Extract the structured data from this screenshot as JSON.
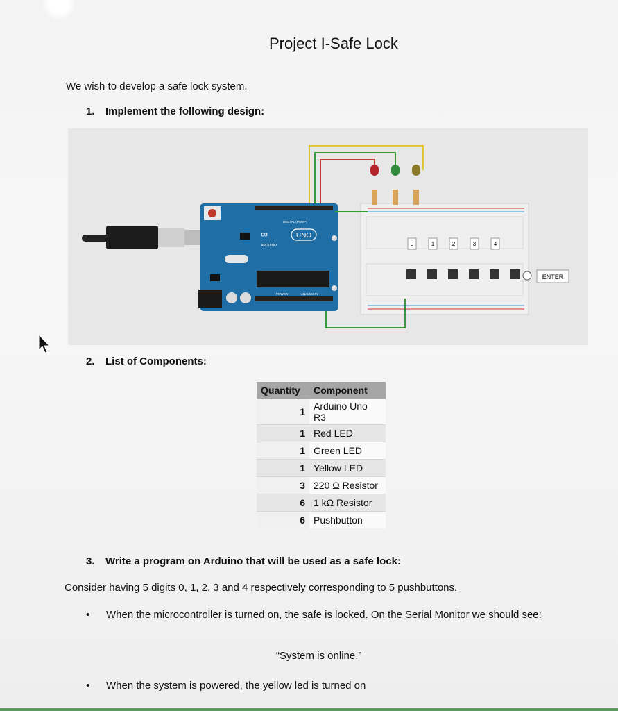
{
  "title": "Project I-Safe Lock",
  "intro": "We wish to develop a safe lock system.",
  "section1": {
    "number": "1.",
    "heading": "Implement the following design:"
  },
  "figure": {
    "board_label": "UNO",
    "board_brand": "ARDUINO",
    "digital_label": "DIGITAL (PWM~)",
    "power_label": "POWER",
    "analog_label": "ANALOG IN",
    "button_labels": [
      "0",
      "1",
      "2",
      "3",
      "4"
    ],
    "enter_label": "ENTER",
    "led_colors": [
      "#b3252a",
      "#2f8b3b",
      "#8a7a2a"
    ]
  },
  "section2": {
    "number": "2.",
    "heading": "List of Components:"
  },
  "components": {
    "headers": [
      "Quantity",
      "Component"
    ],
    "rows": [
      {
        "qty": "1",
        "name": "Arduino Uno R3"
      },
      {
        "qty": "1",
        "name": "Red LED"
      },
      {
        "qty": "1",
        "name": "Green LED"
      },
      {
        "qty": "1",
        "name": "Yellow LED"
      },
      {
        "qty": "3",
        "name": "220 Ω Resistor"
      },
      {
        "qty": "6",
        "name": "1 kΩ Resistor"
      },
      {
        "qty": "6",
        "name": "Pushbutton"
      }
    ]
  },
  "section3": {
    "number": "3.",
    "heading": "Write a program on Arduino that will be used as a safe lock:"
  },
  "consider": "Consider having 5 digits 0, 1, 2, 3 and 4 respectively corresponding to 5 pushbuttons.",
  "bullets": [
    {
      "text": "When the microcontroller is turned on, the safe is locked. On the Serial Monitor we should see:"
    },
    {
      "text": "When the system is powered, the yellow led is turned on"
    }
  ],
  "bullet_glyph": "•",
  "quote": "“System is online.”"
}
